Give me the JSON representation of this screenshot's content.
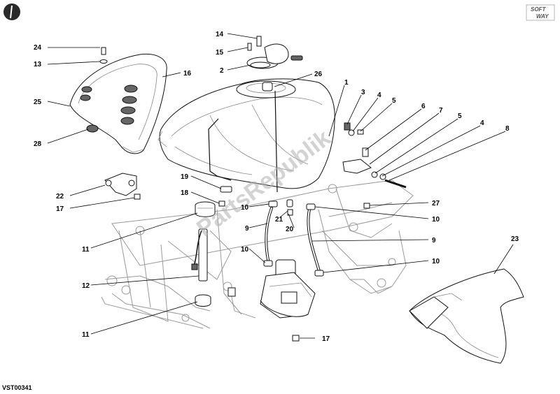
{
  "diagram": {
    "drawing_code": "VST00341",
    "watermark": "PartsRepublik",
    "logo_text": [
      "SOFT",
      "WAY"
    ],
    "callouts": [
      {
        "label": "24",
        "name": "callout-24"
      },
      {
        "label": "13",
        "name": "callout-13"
      },
      {
        "label": "16",
        "name": "callout-16"
      },
      {
        "label": "25",
        "name": "callout-25"
      },
      {
        "label": "28",
        "name": "callout-28"
      },
      {
        "label": "22",
        "name": "callout-22"
      },
      {
        "label": "17",
        "name": "callout-17-top"
      },
      {
        "label": "14",
        "name": "callout-14"
      },
      {
        "label": "15",
        "name": "callout-15"
      },
      {
        "label": "2",
        "name": "callout-2"
      },
      {
        "label": "26",
        "name": "callout-26"
      },
      {
        "label": "1",
        "name": "callout-1"
      },
      {
        "label": "3",
        "name": "callout-3"
      },
      {
        "label": "4",
        "name": "callout-4-top"
      },
      {
        "label": "5",
        "name": "callout-5-top"
      },
      {
        "label": "6",
        "name": "callout-6"
      },
      {
        "label": "7",
        "name": "callout-7"
      },
      {
        "label": "5",
        "name": "callout-5-mid"
      },
      {
        "label": "4",
        "name": "callout-4-mid"
      },
      {
        "label": "8",
        "name": "callout-8"
      },
      {
        "label": "19",
        "name": "callout-19"
      },
      {
        "label": "18",
        "name": "callout-18"
      },
      {
        "label": "10",
        "name": "callout-10-a"
      },
      {
        "label": "21",
        "name": "callout-21"
      },
      {
        "label": "9",
        "name": "callout-9-left"
      },
      {
        "label": "20",
        "name": "callout-20"
      },
      {
        "label": "27",
        "name": "callout-27"
      },
      {
        "label": "10",
        "name": "callout-10-b"
      },
      {
        "label": "9",
        "name": "callout-9-right"
      },
      {
        "label": "11",
        "name": "callout-11-top"
      },
      {
        "label": "10",
        "name": "callout-10-c"
      },
      {
        "label": "10",
        "name": "callout-10-d"
      },
      {
        "label": "12",
        "name": "callout-12"
      },
      {
        "label": "23",
        "name": "callout-23"
      },
      {
        "label": "11",
        "name": "callout-11-bottom"
      },
      {
        "label": "17",
        "name": "callout-17-bottom"
      }
    ]
  }
}
